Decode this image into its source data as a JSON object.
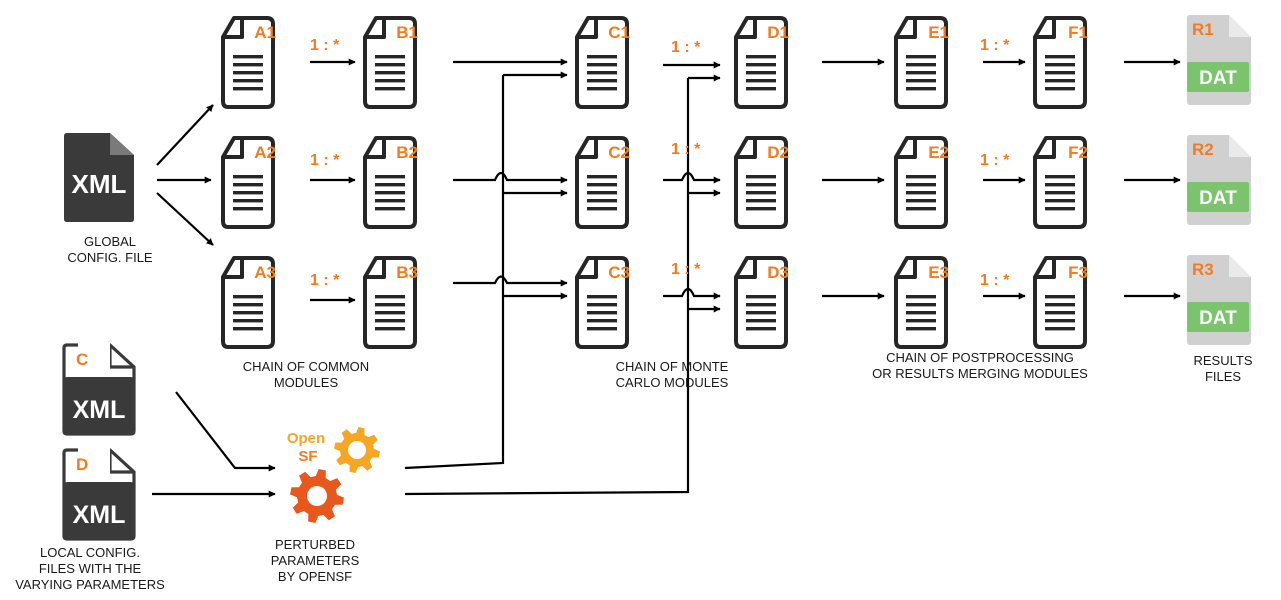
{
  "colors": {
    "doc_outline": "#262626",
    "xml_body": "#3a3a3a",
    "orange": "#f47b20",
    "gear_light": "#f5a623",
    "gear_dark": "#e8581c",
    "dat_green": "#7cc36e",
    "dat_page": "#d0d0d0",
    "arrow": "#000000"
  },
  "icons": {
    "document": "document-icon",
    "xml_file": "xml-file-icon",
    "dat_file": "dat-file-icon",
    "gears": "opensf-gears-icon"
  },
  "documents": [
    {
      "id": "A1"
    },
    {
      "id": "B1"
    },
    {
      "id": "C1"
    },
    {
      "id": "D1"
    },
    {
      "id": "E1"
    },
    {
      "id": "F1"
    },
    {
      "id": "A2"
    },
    {
      "id": "B2"
    },
    {
      "id": "C2"
    },
    {
      "id": "D2"
    },
    {
      "id": "E2"
    },
    {
      "id": "F2"
    },
    {
      "id": "A3"
    },
    {
      "id": "B3"
    },
    {
      "id": "C3"
    },
    {
      "id": "D3"
    },
    {
      "id": "E3"
    },
    {
      "id": "F3"
    }
  ],
  "ratio_labels": [
    "1 : *",
    "1 : *",
    "1 : *",
    "1 : *",
    "1 : *",
    "1 : *",
    "1 : *",
    "1 : *",
    "1 : *"
  ],
  "xml_files": {
    "global": {
      "text": "XML",
      "letter": ""
    },
    "local_c": {
      "text": "XML",
      "letter": "C"
    },
    "local_d": {
      "text": "XML",
      "letter": "D"
    }
  },
  "results": [
    {
      "id": "R1",
      "text": "DAT"
    },
    {
      "id": "R2",
      "text": "DAT"
    },
    {
      "id": "R3",
      "text": "DAT"
    }
  ],
  "opensf": {
    "line1": "Open",
    "line2": "SF"
  },
  "captions": {
    "global": [
      "GLOBAL",
      "CONFIG. FILE"
    ],
    "local": [
      "LOCAL CONFIG.",
      "FILES WITH THE",
      "VARYING PARAMETERS"
    ],
    "perturbed": [
      "PERTURBED",
      "PARAMETERS",
      "BY OPENSF"
    ],
    "common": [
      "CHAIN OF COMMON",
      "MODULES"
    ],
    "monte_carlo": [
      "CHAIN OF MONTE",
      "CARLO MODULES"
    ],
    "postprocessing": [
      "CHAIN OF POSTPROCESSING",
      "OR RESULTS MERGING MODULES"
    ],
    "results": [
      "RESULTS",
      "FILES"
    ]
  }
}
